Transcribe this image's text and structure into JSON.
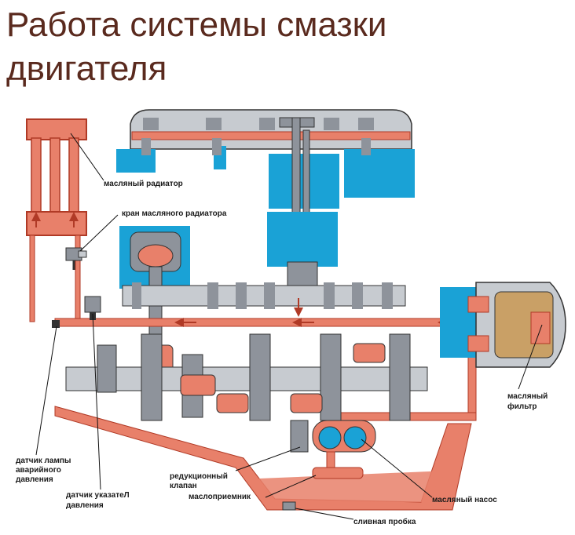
{
  "title": {
    "line1": "Работа системы смазки",
    "line2": "двигателя"
  },
  "labels": {
    "oil_radiator": "масляный радиатор",
    "radiator_valve": "кран масляного радиатора",
    "oil_filter_1": "масляный",
    "oil_filter_2": "фильтр",
    "emergency_sensor_1": "датчик лампы",
    "emergency_sensor_2": "аварийного",
    "emergency_sensor_3": "давления",
    "reduction_valve_1": "редукционный",
    "reduction_valve_2": "клапан",
    "oil_intake": "маслоприемник",
    "oil_pump": "масляный насос",
    "pressure_gauge_sensor_1": "датчик указатеЛ",
    "pressure_gauge_sensor_2": "давления",
    "drain_plug": "сливная пробка"
  },
  "colors": {
    "title": "#5a2a1e",
    "oil": "#e8806a",
    "oil_dark": "#c9503a",
    "coolant": "#1aa2d6",
    "metal": "#8e939b",
    "metal_light": "#c7cbd0",
    "filter_element": "#c9a066"
  }
}
